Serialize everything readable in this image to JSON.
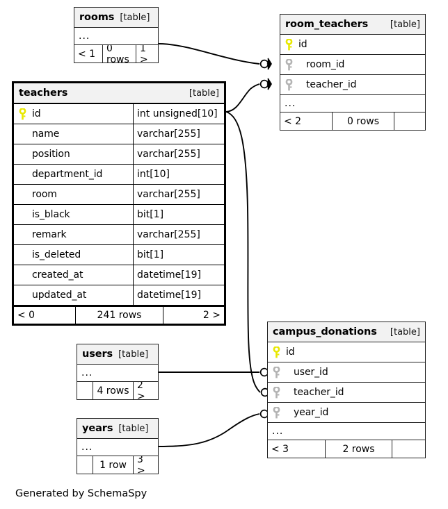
{
  "diagram": {
    "caption": "Generated by SchemaSpy",
    "table_tag": "[table]",
    "ellipsis": "...",
    "colors": {
      "primary_key_icon": "#e8e800",
      "foreign_key_icon": "#b3b3b3",
      "header_background": "#f2f2f2",
      "border": "#222222",
      "focus_border": "#000000",
      "background": "#ffffff",
      "connector": "#000000"
    }
  },
  "tables": {
    "rooms": {
      "name": "rooms",
      "tag": "[table]",
      "ellipsis": "...",
      "footer": {
        "prev": "< 1",
        "rows": "0 rows",
        "next": "1 >"
      }
    },
    "room_teachers": {
      "name": "room_teachers",
      "tag": "[table]",
      "ellipsis": "...",
      "columns": [
        {
          "name": "id",
          "key": "primary-key-icon"
        },
        {
          "name": "room_id",
          "key": "foreign-key-icon"
        },
        {
          "name": "teacher_id",
          "key": "foreign-key-icon"
        }
      ],
      "footer": {
        "prev": "< 2",
        "rows": "0 rows",
        "next": ""
      }
    },
    "teachers": {
      "name": "teachers",
      "tag": "[table]",
      "focused": true,
      "columns": [
        {
          "name": "id",
          "type": "int unsigned[10]",
          "key": "primary-key-icon"
        },
        {
          "name": "name",
          "type": "varchar[255]",
          "key": "none"
        },
        {
          "name": "position",
          "type": "varchar[255]",
          "key": "none"
        },
        {
          "name": "department_id",
          "type": "int[10]",
          "key": "none"
        },
        {
          "name": "room",
          "type": "varchar[255]",
          "key": "none"
        },
        {
          "name": "is_black",
          "type": "bit[1]",
          "key": "none"
        },
        {
          "name": "remark",
          "type": "varchar[255]",
          "key": "none"
        },
        {
          "name": "is_deleted",
          "type": "bit[1]",
          "key": "none"
        },
        {
          "name": "created_at",
          "type": "datetime[19]",
          "key": "none"
        },
        {
          "name": "updated_at",
          "type": "datetime[19]",
          "key": "none"
        }
      ],
      "footer": {
        "prev": "< 0",
        "rows": "241 rows",
        "next": "2 >"
      }
    },
    "campus_donations": {
      "name": "campus_donations",
      "tag": "[table]",
      "ellipsis": "...",
      "columns": [
        {
          "name": "id",
          "key": "primary-key-icon"
        },
        {
          "name": "user_id",
          "key": "foreign-key-icon"
        },
        {
          "name": "teacher_id",
          "key": "foreign-key-icon"
        },
        {
          "name": "year_id",
          "key": "foreign-key-icon"
        }
      ],
      "footer": {
        "prev": "< 3",
        "rows": "2 rows",
        "next": ""
      }
    },
    "users": {
      "name": "users",
      "tag": "[table]",
      "ellipsis": "...",
      "footer": {
        "prev": "",
        "rows": "4 rows",
        "next": "2 >"
      }
    },
    "years": {
      "name": "years",
      "tag": "[table]",
      "ellipsis": "...",
      "footer": {
        "prev": "",
        "rows": "1 row",
        "next": "3 >"
      }
    }
  },
  "relationships": [
    {
      "from": "rooms",
      "to": "room_teachers.room_id",
      "cardinality": "zero-or-many"
    },
    {
      "from": "teachers",
      "to": "room_teachers.teacher_id",
      "cardinality": "zero-or-many"
    },
    {
      "from": "users",
      "to": "campus_donations.user_id",
      "cardinality": "zero-or-many"
    },
    {
      "from": "teachers",
      "to": "campus_donations.teacher_id",
      "cardinality": "zero-or-many"
    },
    {
      "from": "years",
      "to": "campus_donations.year_id",
      "cardinality": "zero-or-many"
    }
  ]
}
